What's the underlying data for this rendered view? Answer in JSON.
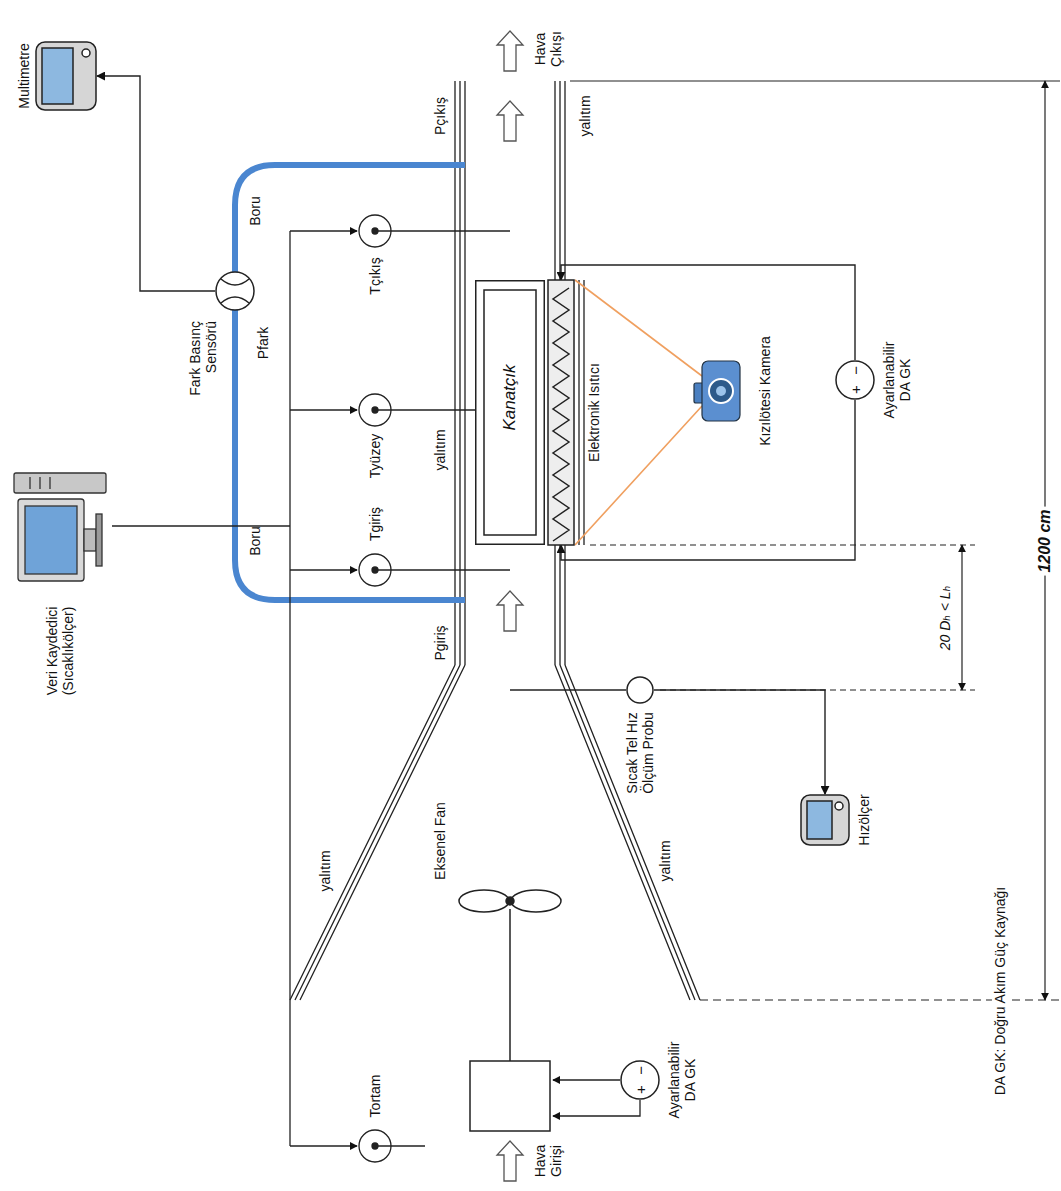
{
  "diagram": {
    "nodes": [
      {
        "text": [
          "Kanatçık"
        ]
      },
      {
        "text": [
          "Elektronik Isıtıcı"
        ]
      },
      {
        "text": [
          "+",
          "−",
          "Ayarlanabilir DA GK"
        ]
      },
      {
        "text": [
          "Fark Basınç Sensörü"
        ]
      },
      {
        "text": [
          "Multimetre"
        ]
      },
      {
        "text": [
          "Sıcak Tel Hız Ölçüm Probu"
        ]
      },
      {
        "text": [
          "Hızölçer"
        ]
      },
      {
        "text": [
          "+",
          "−",
          "Ayarlanabilir DA GK"
        ]
      }
    ],
    "edges": [
      {
        "from": 2,
        "to": 1,
        "arrow": "to"
      },
      {
        "from": 2,
        "to": 1,
        "arrow": "to"
      },
      {
        "from": 3,
        "to": 4,
        "arrow": "to"
      },
      {
        "from": 5,
        "to": 6,
        "arrow": "to"
      }
    ],
    "labels": [
      "Boru",
      "Boru",
      "Pfark",
      "Pçıkış",
      "Tçıkış",
      "Tyüzey",
      "Tgiriş",
      "Veri Kaydedici (Sıcaklıkölçer)",
      "yalıtım",
      "yalıtım",
      "Pgiriş",
      "yalıtım",
      "Eksenel Fan",
      "yalıtım",
      "Kızılötesi Kamera",
      "20 Dₕ < Lₕ",
      "1200 cm",
      "DA GK: Doğru Akım Güç Kaynağı",
      "Hava Çıkışı",
      "Hava Girişi",
      "Tortam"
    ]
  }
}
